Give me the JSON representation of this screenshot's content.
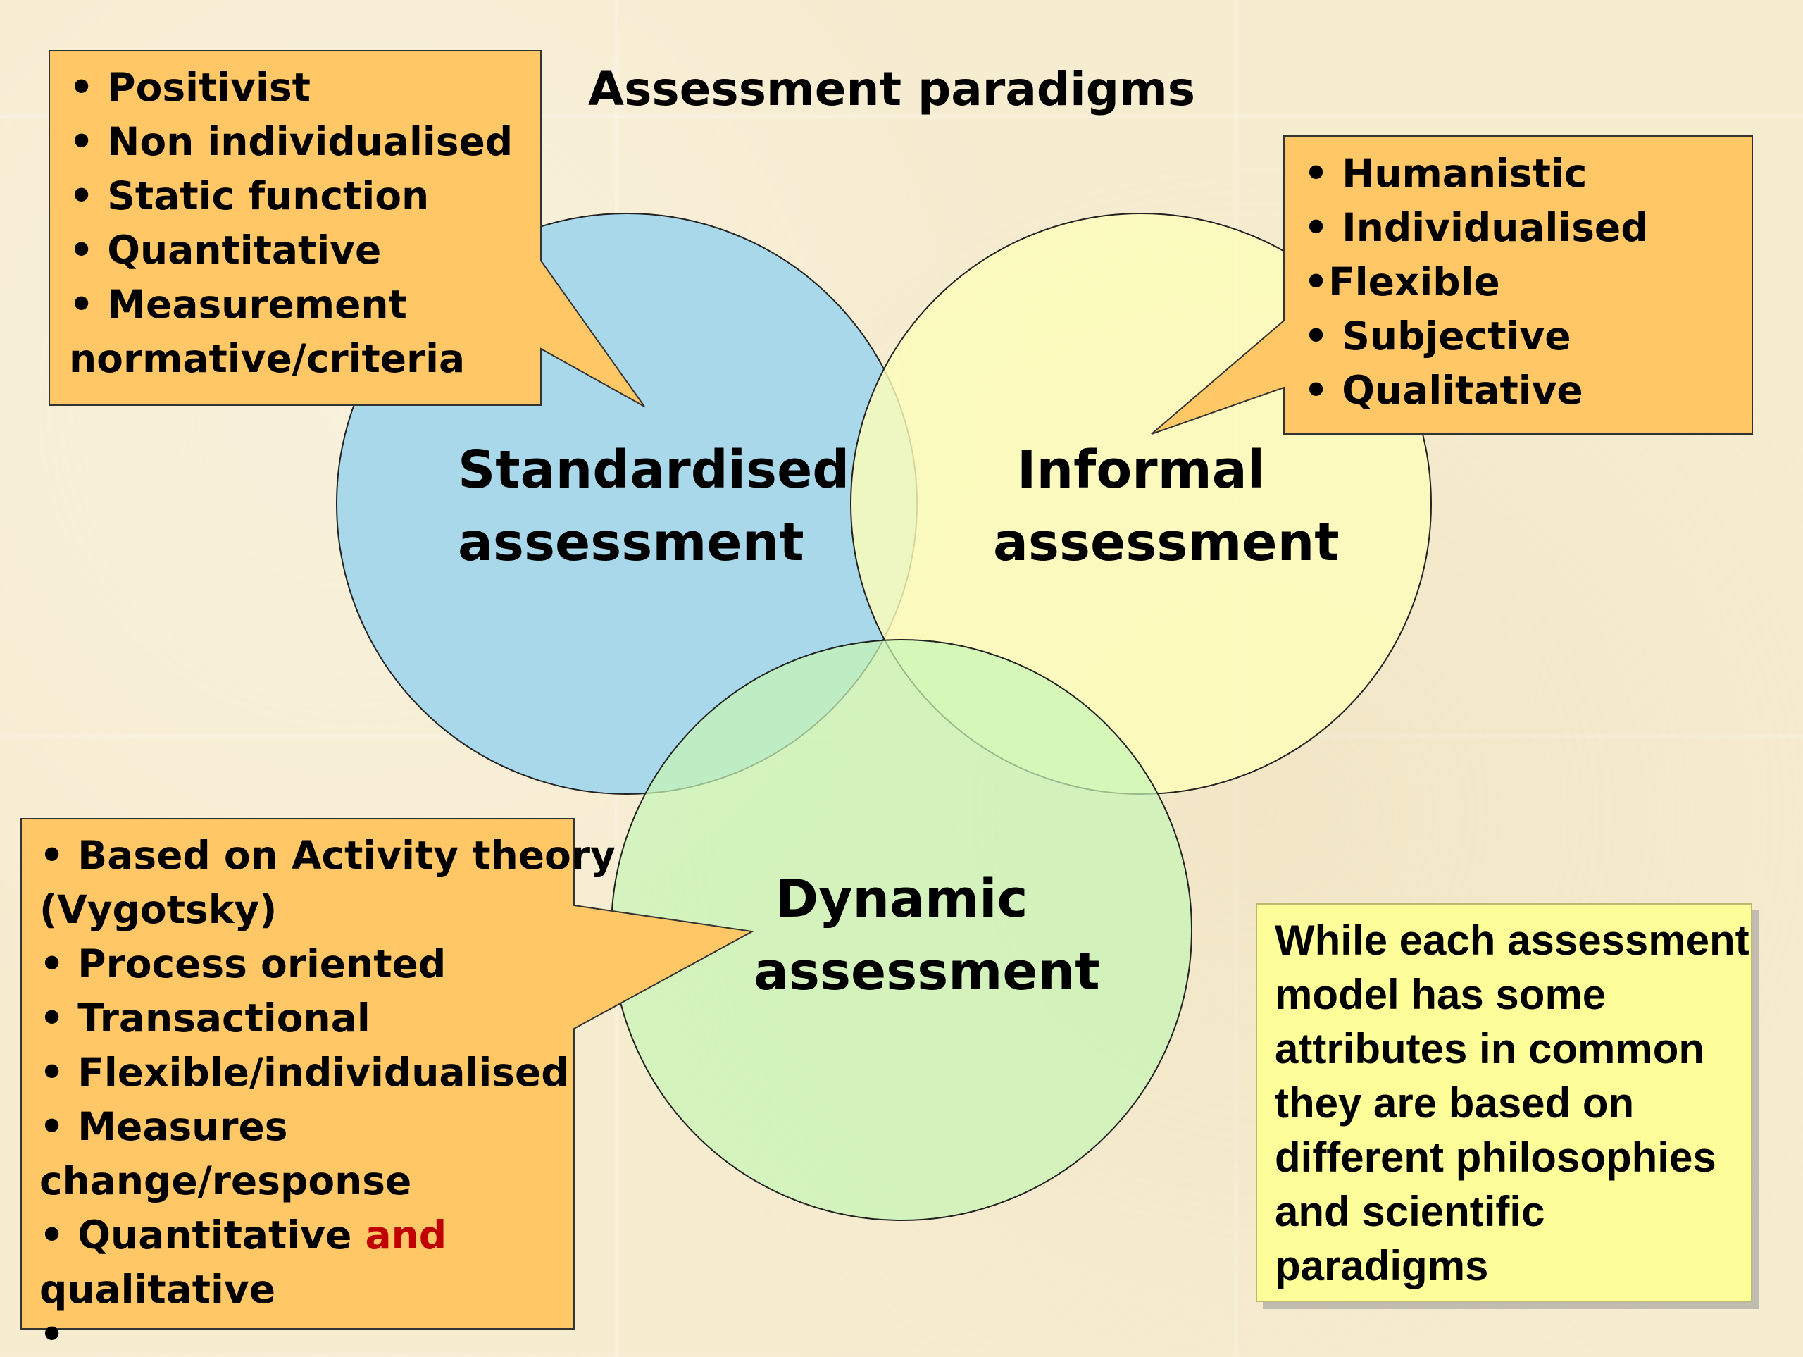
{
  "title": "Assessment paradigms",
  "circles": {
    "standardised": {
      "line1": "Standardised",
      "line2": "assessment",
      "fill": "#a9d8ea"
    },
    "informal": {
      "line1": "Informal",
      "line2": "assessment",
      "fill": "#fdfdba"
    },
    "dynamic": {
      "line1": "Dynamic",
      "line2": "assessment",
      "fill": "#c6f5b5"
    }
  },
  "callouts": {
    "standardised": {
      "lines": [
        "• Positivist",
        "• Non individualised",
        "• Static function",
        "• Quantitative",
        "• Measurement",
        "normative/criteria"
      ]
    },
    "informal": {
      "lines": [
        "• Humanistic",
        "• Individualised",
        "•Flexible",
        "• Subjective",
        "• Qualitative"
      ]
    },
    "dynamic": {
      "lines": [
        "• Based on Activity theory",
        "(Vygotsky)",
        "• Process oriented",
        "• Transactional",
        "• Flexible/individualised",
        "• Measures",
        "change/response"
      ],
      "last_line_start": "• Quantitative ",
      "last_line_highlight": "and",
      "final_line": "qualitative",
      "trailing_bullet": "•"
    }
  },
  "note": {
    "text": "While each assessment model has some attributes in common they are based on different philosophies and scientific paradigms"
  },
  "colors": {
    "callout_fill": "#ffc766",
    "highlight": "#c00000",
    "note_fill": "#fdfd9a"
  }
}
